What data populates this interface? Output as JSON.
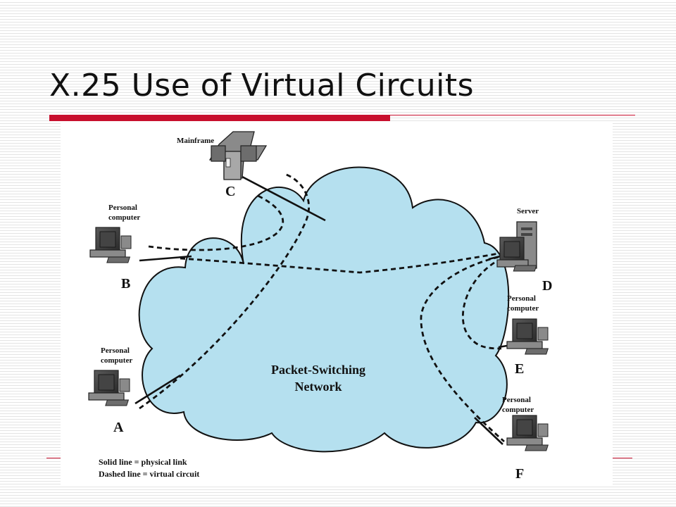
{
  "title": "X.25 Use of Virtual Circuits",
  "diagram": {
    "network_label": [
      "Packet-Switching",
      "Network"
    ],
    "devices": {
      "C": {
        "name": [
          "Mainframe"
        ],
        "letter": "C"
      },
      "B": {
        "name": [
          "Personal",
          "computer"
        ],
        "letter": "B"
      },
      "A": {
        "name": [
          "Personal",
          "computer"
        ],
        "letter": "A"
      },
      "D": {
        "name": [
          "Server"
        ],
        "letter": "D"
      },
      "E": {
        "name": [
          "Personal",
          "computer"
        ],
        "letter": "E"
      },
      "F": {
        "name": [
          "Personal",
          "computer"
        ],
        "letter": "F"
      }
    },
    "legend": [
      "Solid line = physical link",
      "Dashed line = virtual circuit"
    ]
  },
  "colors": {
    "title_rule": "#c8102e",
    "cloud_fill": "#b5e0ef",
    "device_body": "#8a8a8a"
  }
}
